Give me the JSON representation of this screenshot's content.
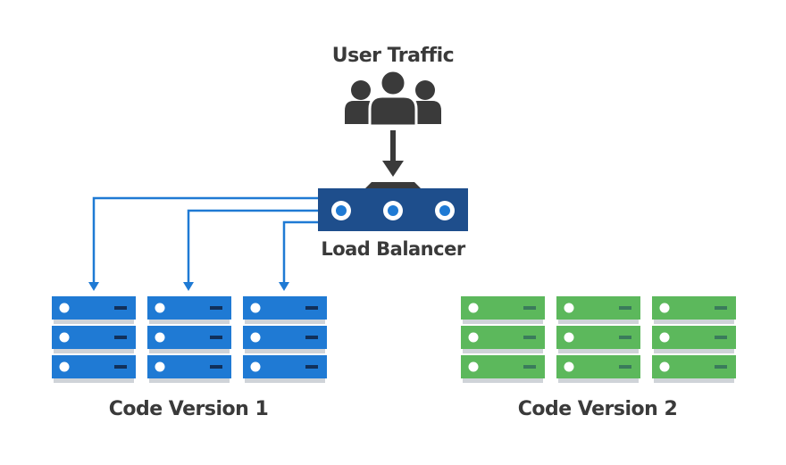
{
  "traffic": {
    "label": "User Traffic",
    "icon": "users-icon"
  },
  "load_balancer": {
    "label": "Load Balancer",
    "color": "#1e4e8c",
    "port_color": "#1f7ad4"
  },
  "versions": [
    {
      "label": "Code Version 1",
      "server_color": "#1f7ad4",
      "active": true,
      "server_count": 3
    },
    {
      "label": "Code Version 2",
      "server_color": "#5cb85c",
      "active": false,
      "server_count": 3
    }
  ],
  "colors": {
    "text": "#3a3a3a",
    "icon": "#3a3a3a",
    "connector": "#1f7ad4",
    "server_shadow": "#cfd3d8",
    "server_slot": "#11305a"
  }
}
